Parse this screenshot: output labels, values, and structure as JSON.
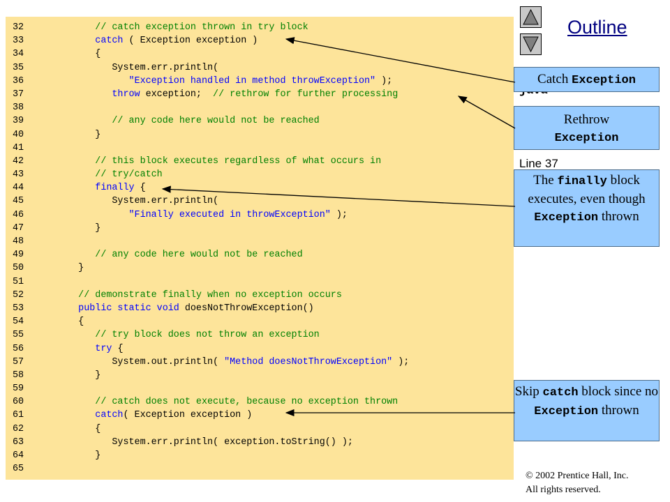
{
  "code_lines": [
    {
      "n": "32",
      "t": [
        [
          "c",
          "        // catch exception thrown in try block"
        ]
      ]
    },
    {
      "n": "33",
      "t": [
        [
          "k",
          "        catch"
        ],
        [
          "p",
          " ( Exception exception )"
        ]
      ]
    },
    {
      "n": "34",
      "t": [
        [
          "p",
          "        {"
        ]
      ]
    },
    {
      "n": "35",
      "t": [
        [
          "p",
          "           System.err.println("
        ]
      ]
    },
    {
      "n": "36",
      "t": [
        [
          "s",
          "              \"Exception handled in method throwException\""
        ],
        [
          "p",
          " );"
        ]
      ]
    },
    {
      "n": "37",
      "t": [
        [
          "k",
          "           throw"
        ],
        [
          "p",
          " exception;  "
        ],
        [
          "c",
          "// rethrow for further processing"
        ]
      ]
    },
    {
      "n": "38",
      "t": []
    },
    {
      "n": "39",
      "t": [
        [
          "c",
          "           // any code here would not be reached"
        ]
      ]
    },
    {
      "n": "40",
      "t": [
        [
          "p",
          "        }"
        ]
      ]
    },
    {
      "n": "41",
      "t": []
    },
    {
      "n": "42",
      "t": [
        [
          "c",
          "        // this block executes regardless of what occurs in"
        ]
      ]
    },
    {
      "n": "43",
      "t": [
        [
          "c",
          "        // try/catch"
        ]
      ]
    },
    {
      "n": "44",
      "t": [
        [
          "k",
          "        finally"
        ],
        [
          "p",
          " {"
        ]
      ]
    },
    {
      "n": "45",
      "t": [
        [
          "p",
          "           System.err.println("
        ]
      ]
    },
    {
      "n": "46",
      "t": [
        [
          "s",
          "              \"Finally executed in throwException\""
        ],
        [
          "p",
          " );"
        ]
      ]
    },
    {
      "n": "47",
      "t": [
        [
          "p",
          "        }"
        ]
      ]
    },
    {
      "n": "48",
      "t": []
    },
    {
      "n": "49",
      "t": [
        [
          "c",
          "        // any code here would not be reached"
        ]
      ]
    },
    {
      "n": "50",
      "t": [
        [
          "p",
          "     }"
        ]
      ]
    },
    {
      "n": "51",
      "t": []
    },
    {
      "n": "52",
      "t": [
        [
          "c",
          "     // demonstrate finally when no exception occurs"
        ]
      ]
    },
    {
      "n": "53",
      "t": [
        [
          "k",
          "     public static void"
        ],
        [
          "p",
          " doesNotThrowException()"
        ]
      ]
    },
    {
      "n": "54",
      "t": [
        [
          "p",
          "     {"
        ]
      ]
    },
    {
      "n": "55",
      "t": [
        [
          "c",
          "        // try block does not throw an exception"
        ]
      ]
    },
    {
      "n": "56",
      "t": [
        [
          "k",
          "        try"
        ],
        [
          "p",
          " {"
        ]
      ]
    },
    {
      "n": "57",
      "t": [
        [
          "p",
          "           System.out.println( "
        ],
        [
          "s",
          "\"Method doesNotThrowException\""
        ],
        [
          "p",
          " );"
        ]
      ]
    },
    {
      "n": "58",
      "t": [
        [
          "p",
          "        }"
        ]
      ]
    },
    {
      "n": "59",
      "t": []
    },
    {
      "n": "60",
      "t": [
        [
          "c",
          "        // catch does not execute, because no exception thrown"
        ]
      ]
    },
    {
      "n": "61",
      "t": [
        [
          "k",
          "        catch"
        ],
        [
          "p",
          "( Exception exception )"
        ]
      ]
    },
    {
      "n": "62",
      "t": [
        [
          "p",
          "        {"
        ]
      ]
    },
    {
      "n": "63",
      "t": [
        [
          "p",
          "           System.err.println( exception.toString() );"
        ]
      ]
    },
    {
      "n": "64",
      "t": [
        [
          "p",
          "        }"
        ]
      ]
    },
    {
      "n": "65",
      "t": []
    }
  ],
  "outline_label": "Outline",
  "side": {
    "java_label": "java",
    "line_label": "Line 37"
  },
  "callouts": {
    "c1": {
      "a": "Catch ",
      "b": "Exception"
    },
    "c2": {
      "a": "Rethrow",
      "b": "Exception"
    },
    "c3": {
      "a": "The ",
      "b": "finally",
      "c": " block executes, even though ",
      "d": "Exception",
      "e": " thrown"
    },
    "c4": {
      "a": "Skip ",
      "b": "catch",
      "c": " block since no ",
      "d": "Exception",
      "e": " thrown"
    }
  },
  "copyright": {
    "line1": "© 2002 Prentice Hall, Inc.",
    "line2": "All rights reserved."
  },
  "icons": {
    "up": "triangle-up-icon",
    "down": "triangle-down-icon"
  },
  "colors": {
    "code_bg": "#fde49a",
    "comment": "#008000",
    "keyword": "#0000ff",
    "callout_bg": "#99ccff",
    "outline_link": "#000080"
  }
}
